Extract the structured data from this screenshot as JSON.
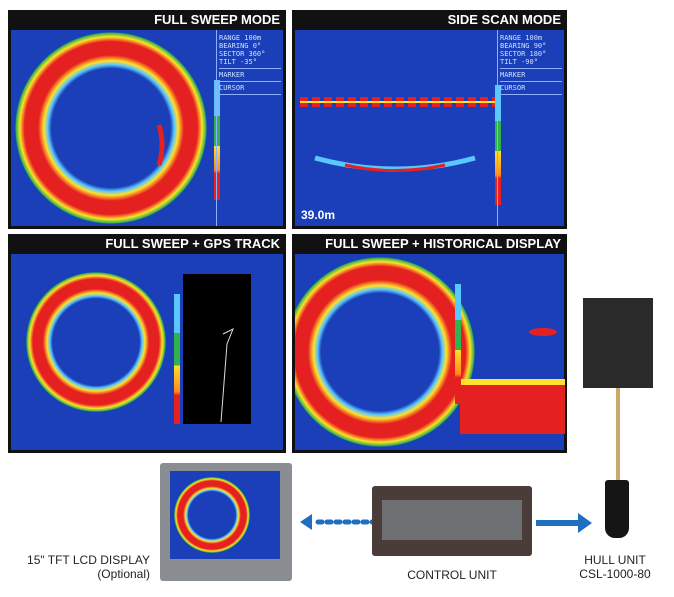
{
  "panels": [
    {
      "title": "FULL SWEEP MODE",
      "readout": {
        "range": "RANGE 100m",
        "bearing": "BEARING 0°",
        "sector": "SECTOR 360°",
        "tilt": "TILT -35°",
        "marker": "MARKER",
        "cursor": "CURSOR"
      }
    },
    {
      "title": "SIDE SCAN MODE",
      "readout": {
        "range": "RANGE 100m",
        "bearing": "BEARING 90°",
        "sector": "SECTOR 180°",
        "tilt": "TILT -90°",
        "marker": "MARKER",
        "cursor": "CURSOR"
      },
      "depth": "39.0m"
    },
    {
      "title": "FULL SWEEP + GPS TRACK"
    },
    {
      "title": "FULL SWEEP + HISTORICAL DISPLAY"
    }
  ],
  "units": {
    "display": {
      "label": "15\" TFT LCD DISPLAY",
      "note": "(Optional)"
    },
    "control": {
      "label": "CONTROL UNIT"
    },
    "hull": {
      "label": "HULL UNIT",
      "model": "CSL-1000-80"
    }
  },
  "colors": {
    "screen": "#1b3fb8",
    "arrow": "#1f6fc0",
    "echo_strong": "#e52020",
    "echo_mid": "#ffe02a",
    "echo_weak": "#2fb34a"
  }
}
